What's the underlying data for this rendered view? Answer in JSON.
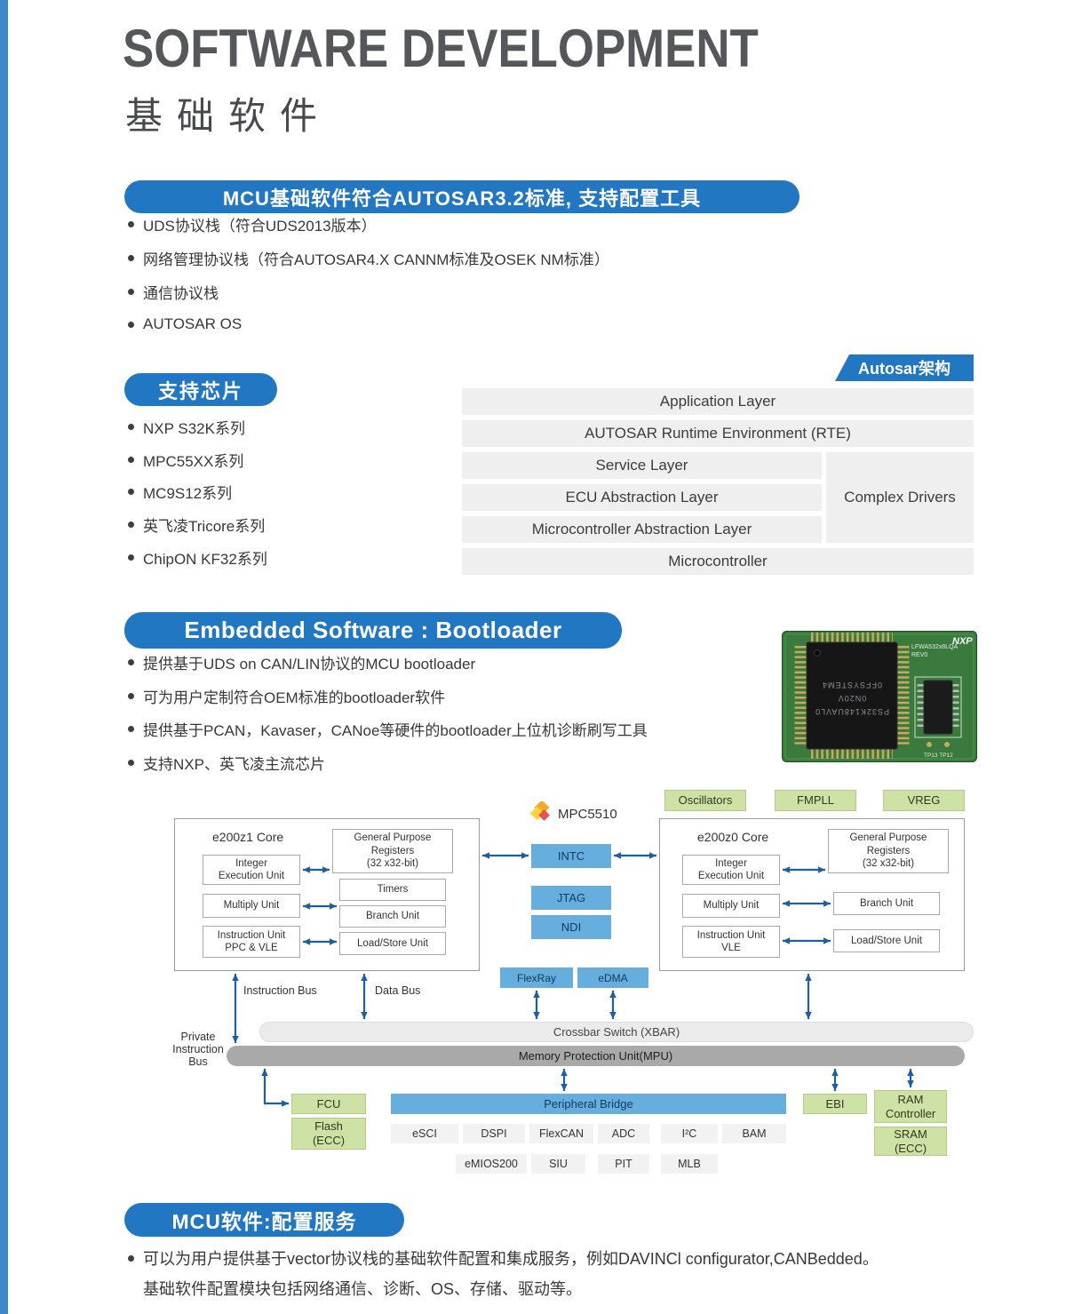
{
  "page": {
    "title": "SOFTWARE DEVELOPMENT",
    "subtitle": "基础软件"
  },
  "sections": {
    "autosar_std": {
      "header": "MCU基础软件符合AUTOSAR3.2标准, 支持配置工具",
      "bullets": [
        "UDS协议栈（符合UDS2013版本）",
        "网络管理协议栈（符合AUTOSAR4.X CANNM标准及OSEK NM标准）",
        "通信协议栈",
        "AUTOSAR OS"
      ]
    },
    "chips": {
      "header": "支持芯片",
      "bullets": [
        "NXP S32K系列",
        "MPC55XX系列",
        "MC9S12系列",
        "英飞凌Tricore系列",
        "ChipON KF32系列"
      ]
    },
    "bootloader": {
      "header": "Embedded Software : Bootloader",
      "bullets": [
        "提供基于UDS on CAN/LIN协议的MCU bootloader",
        "可为用户定制符合OEM标准的bootloader软件",
        "提供基于PCAN，Kavaser，CANoe等硬件的bootloader上位机诊断刷写工具",
        "支持NXP、英飞凌主流芯片"
      ]
    },
    "config_service": {
      "header": "MCU软件:配置服务",
      "lines": [
        "可以为用户提供基于vector协议栈的基础软件配置和集成服务，例如DAVINCl configurator,CANBedded。",
        "基础软件配置模块包括网络通信、诊断、OS、存储、驱动等。"
      ]
    }
  },
  "autosar_arch": {
    "tag": "Autosar架构",
    "rows": [
      "Application Layer",
      "AUTOSAR Runtime Environment (RTE)",
      "Service Layer",
      "ECU Abstraction Layer",
      "Microcontroller Abstraction Layer",
      "Microcontroller"
    ],
    "complex_drivers": "Complex Drivers"
  },
  "chip_photo": {
    "brand": "NXP",
    "board_label": "LFWA532x8LQA",
    "rev": "REV0",
    "marking1": "PS32K148UAVL0",
    "marking2": "0N20V",
    "marking3": "0FFSYSTEM4",
    "test_points": "TP13  TP12"
  },
  "block_diagram": {
    "chip_name": "MPC5510",
    "top_modules": [
      "Oscillators",
      "FMPLL",
      "VREG"
    ],
    "core_left": {
      "title": "e200z1 Core",
      "units_left": [
        "Integer\nExecution Unit",
        "Multiply Unit",
        "Instruction Unit\nPPC & VLE"
      ],
      "units_right": [
        "General Purpose\nRegisters\n(32 x32-bit)",
        "Timers",
        "Branch Unit",
        "Load/Store Unit"
      ]
    },
    "core_right": {
      "title": "e200z0 Core",
      "units_left": [
        "Integer\nExecution Unit",
        "Multiply Unit",
        "Instruction Unit\nVLE"
      ],
      "units_right": [
        "General Purpose\nRegisters\n(32 x32-bit)",
        "Branch Unit",
        "Load/Store Unit"
      ]
    },
    "control_modules": [
      "INTC",
      "JTAG",
      "NDI"
    ],
    "dma_modules": [
      "FlexRay",
      "eDMA"
    ],
    "bus_labels": {
      "instruction": "Instruction Bus",
      "data": "Data Bus",
      "private": "Private\nInstruction\nBus"
    },
    "xbar": "Crossbar Switch (XBAR)",
    "mpu": "Memory Protection Unit(MPU)",
    "fcu": "FCU",
    "flash": "Flash\n(ECC)",
    "peripheral_bridge": "Peripheral Bridge",
    "ebi": "EBI",
    "ram_controller": "RAM\nController",
    "sram": "SRAM\n(ECC)",
    "peripherals_row1": [
      "eSCI",
      "DSPI",
      "FlexCAN",
      "ADC",
      "I²C",
      "BAM"
    ],
    "peripherals_row2": [
      "eMIOS200",
      "SIU",
      "PIT",
      "MLB"
    ]
  },
  "colors": {
    "accent_blue": "#2277c3",
    "box_blue": "#66aede",
    "box_green": "#cfe2a6",
    "bar_gray": "#a9a9a9",
    "row_gray": "#efefef"
  }
}
